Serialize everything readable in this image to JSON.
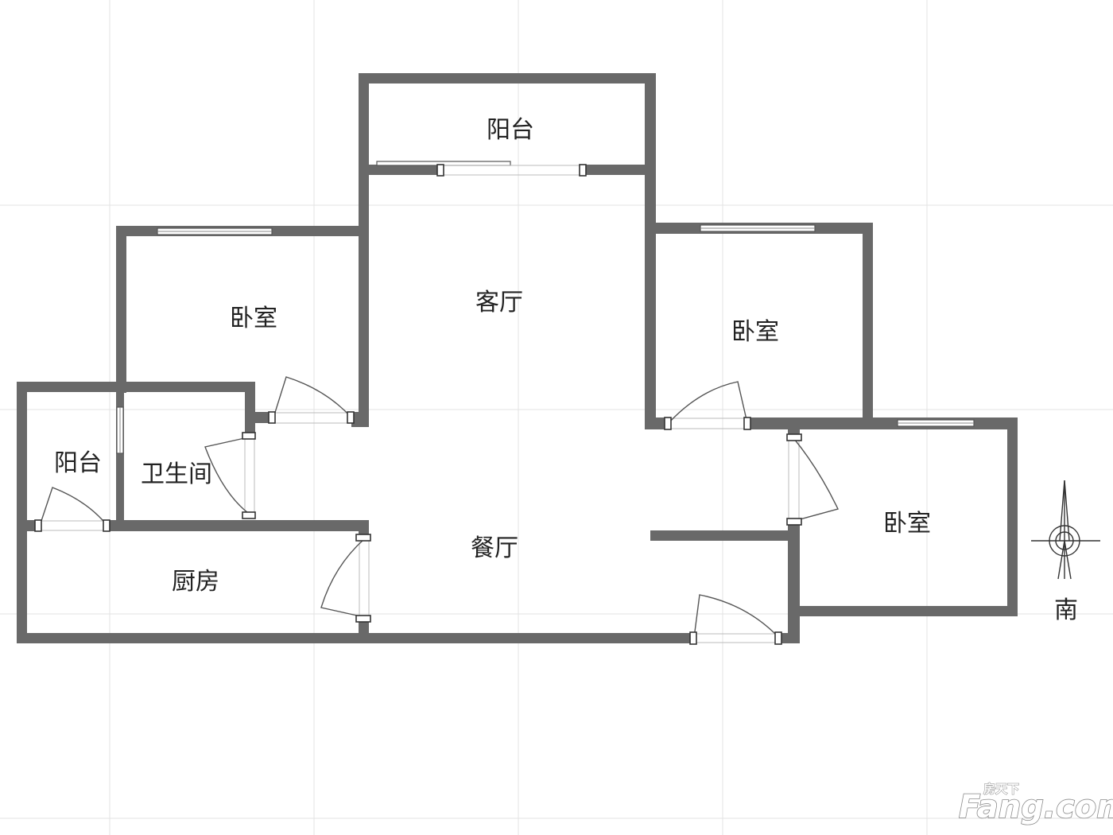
{
  "rooms": {
    "balcony_top": "阳台",
    "living_room": "客厅",
    "bedroom_left": "卧室",
    "bedroom_right_upper": "卧室",
    "bedroom_right_lower": "卧室",
    "balcony_left": "阳台",
    "bathroom": "卫生间",
    "dining_room": "餐厅",
    "kitchen": "厨房"
  },
  "compass": {
    "label": "南"
  },
  "watermark": {
    "small": "房天下",
    "brand": "Fang.com"
  },
  "colors": {
    "wall": "#696969",
    "grid": "#e3e3e3",
    "background": "#ffffff"
  }
}
